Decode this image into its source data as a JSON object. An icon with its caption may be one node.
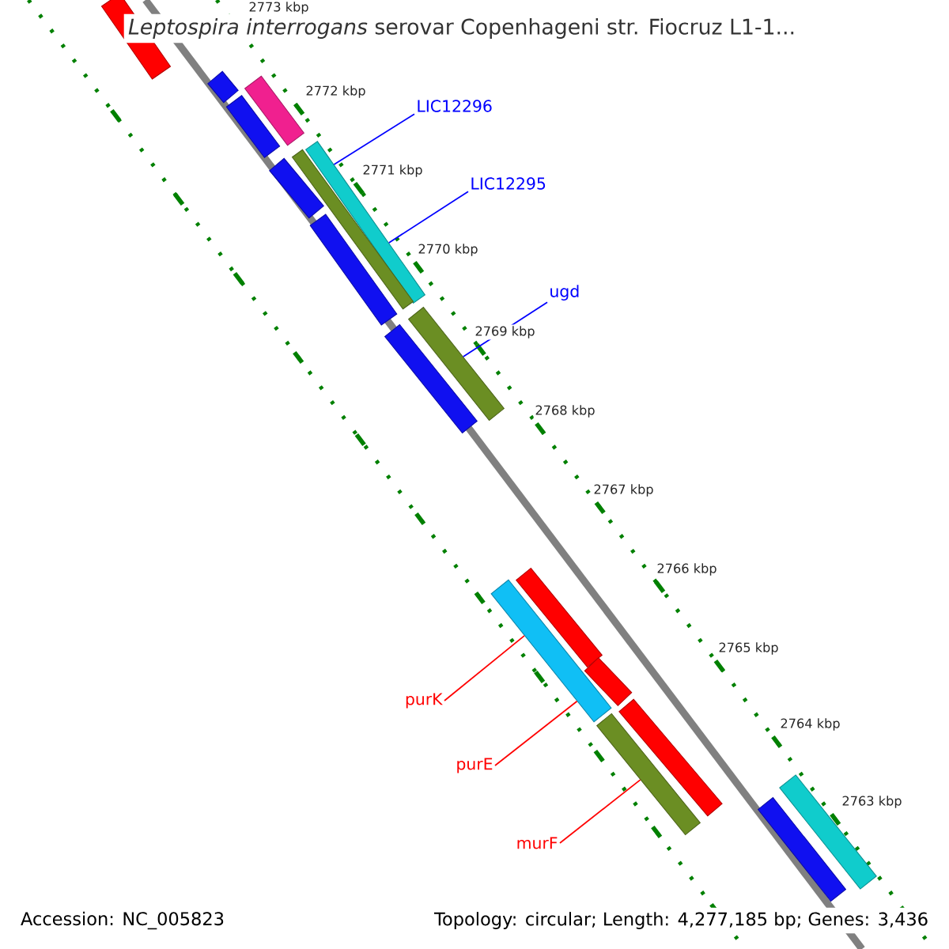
{
  "diagram": {
    "title": "*Leptospira interrogans* serovar Copenhageni str. Fiocruz L1-1...",
    "nodes": [
      {
        "text": [],
        "shape": "bar"
      },
      {
        "text": [],
        "shape": "bar"
      },
      {
        "text": [],
        "shape": "bar"
      },
      {
        "text": [],
        "shape": "bar"
      },
      {
        "text": [
          "LIC12296"
        ]
      },
      {
        "text": [],
        "shape": "bar"
      },
      {
        "text": [],
        "shape": "bar"
      },
      {
        "text": [],
        "shape": "bar"
      },
      {
        "text": [
          "LIC12295"
        ]
      },
      {
        "text": [],
        "shape": "bar"
      },
      {
        "text": [
          "ugd"
        ]
      },
      {
        "text": [],
        "shape": "bar"
      },
      {
        "text": [],
        "shape": "bar"
      },
      {
        "text": [],
        "shape": "bar"
      },
      {
        "text": [],
        "shape": "bar"
      },
      {
        "text": [],
        "shape": "bar"
      },
      {
        "text": [
          "purK"
        ]
      },
      {
        "text": [],
        "shape": "bar"
      },
      {
        "text": [
          "purE"
        ]
      },
      {
        "text": [],
        "shape": "bar"
      },
      {
        "text": [
          "murF"
        ]
      },
      {
        "text": [],
        "shape": "bar"
      },
      {
        "text": [],
        "shape": "bar"
      }
    ],
    "edges": [
      {
        "from": 4,
        "to": 5,
        "arrow": "none",
        "color": "#0000ff"
      },
      {
        "from": 8,
        "to": 5,
        "arrow": "none",
        "color": "#0000ff"
      },
      {
        "from": 10,
        "to": 11,
        "arrow": "none",
        "color": "#0000ff"
      },
      {
        "from": 16,
        "to": 14,
        "arrow": "none",
        "color": "#ff0000"
      },
      {
        "from": 18,
        "to": 14,
        "arrow": "none",
        "color": "#ff0000"
      },
      {
        "from": 20,
        "to": 19,
        "arrow": "none",
        "color": "#ff0000"
      }
    ],
    "labels": [
      "2773 kbp",
      "2772 kbp",
      "2771 kbp",
      "2770 kbp",
      "2769 kbp",
      "2768 kbp",
      "2767 kbp",
      "2766 kbp",
      "2765 kbp",
      "2764 kbp",
      "2763 kbp",
      "Accession: NC_005823",
      "Topology: circular; Length: 4,277,185 bp; Genes: 3,436"
    ]
  }
}
